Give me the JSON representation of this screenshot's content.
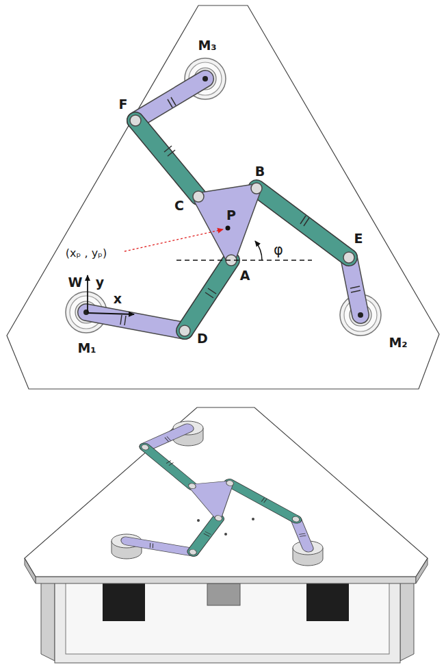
{
  "diagram": {
    "labels": [
      "M₃",
      "F",
      "C",
      "P",
      "B",
      "E",
      "(xₚ , yₚ)",
      "φ",
      "A",
      "W",
      "y",
      "x",
      "D",
      "M₁",
      "M₂"
    ]
  }
}
